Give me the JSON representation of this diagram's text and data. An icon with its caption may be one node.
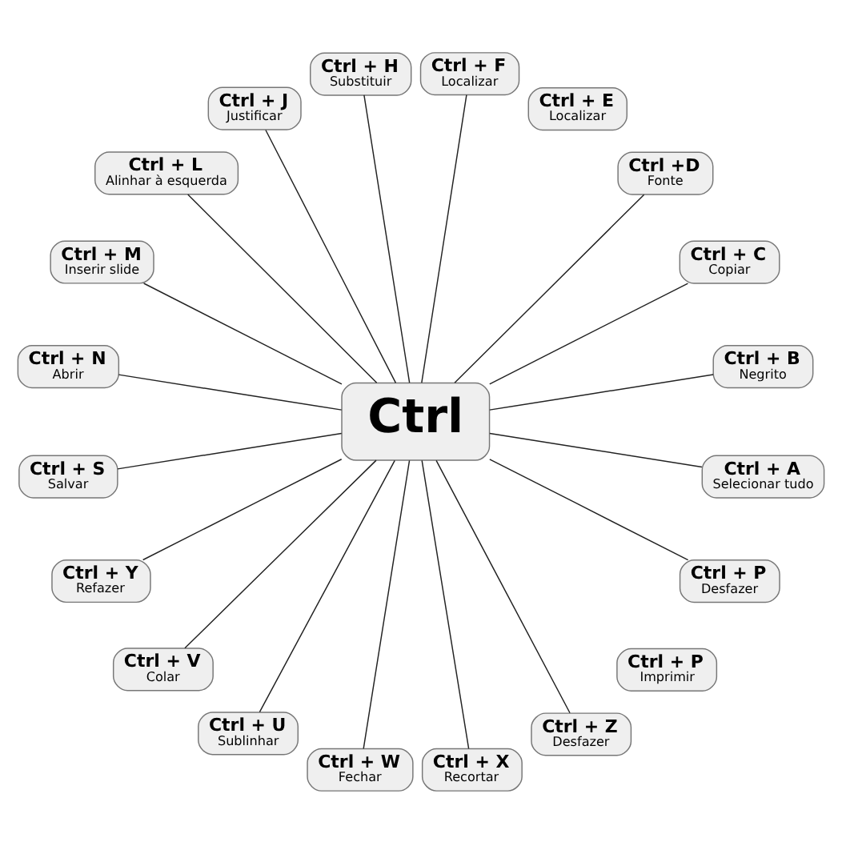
{
  "diagram": {
    "nodes": [
      {
        "text": [
          "Ctrl"
        ]
      },
      {
        "text": [
          "Ctrl + B",
          "Negrito"
        ]
      },
      {
        "text": [
          "Ctrl + C",
          "Copiar"
        ]
      },
      {
        "text": [
          "Ctrl +D",
          "Fonte"
        ]
      },
      {
        "text": [
          "Ctrl + E",
          "Localizar"
        ]
      },
      {
        "text": [
          "Ctrl + F",
          "Localizar"
        ]
      },
      {
        "text": [
          "Ctrl + H",
          "Substituir"
        ]
      },
      {
        "text": [
          "Ctrl + J",
          "Justificar"
        ]
      },
      {
        "text": [
          "Ctrl + L",
          "Alinhar à esquerda"
        ]
      },
      {
        "text": [
          "Ctrl + M",
          "Inserir slide"
        ]
      },
      {
        "text": [
          "Ctrl + N",
          "Abrir"
        ]
      },
      {
        "text": [
          "Ctrl + S",
          "Salvar"
        ]
      },
      {
        "text": [
          "Ctrl + Y",
          "Refazer"
        ]
      },
      {
        "text": [
          "Ctrl + V",
          "Colar"
        ]
      },
      {
        "text": [
          "Ctrl + U",
          "Sublinhar"
        ]
      },
      {
        "text": [
          "Ctrl + W",
          "Fechar"
        ]
      },
      {
        "text": [
          "Ctrl + X",
          "Recortar"
        ]
      },
      {
        "text": [
          "Ctrl + Z",
          "Desfazer"
        ]
      },
      {
        "text": [
          "Ctrl + P",
          "Imprimir"
        ]
      },
      {
        "text": [
          "Ctrl + P",
          "Desfazer"
        ]
      },
      {
        "text": [
          "Ctrl + A",
          "Selecionar tudo"
        ]
      }
    ],
    "edges": [
      {
        "from": 0,
        "to": 1,
        "arrow": "none"
      },
      {
        "from": 0,
        "to": 2,
        "arrow": "none"
      },
      {
        "from": 0,
        "to": 3,
        "arrow": "none"
      },
      {
        "from": 0,
        "to": 5,
        "arrow": "none"
      },
      {
        "from": 0,
        "to": 6,
        "arrow": "none"
      },
      {
        "from": 0,
        "to": 7,
        "arrow": "none"
      },
      {
        "from": 0,
        "to": 8,
        "arrow": "none"
      },
      {
        "from": 0,
        "to": 9,
        "arrow": "none"
      },
      {
        "from": 0,
        "to": 10,
        "arrow": "none"
      },
      {
        "from": 0,
        "to": 11,
        "arrow": "none"
      },
      {
        "from": 0,
        "to": 12,
        "arrow": "none"
      },
      {
        "from": 0,
        "to": 13,
        "arrow": "none"
      },
      {
        "from": 0,
        "to": 14,
        "arrow": "none"
      },
      {
        "from": 0,
        "to": 15,
        "arrow": "none"
      },
      {
        "from": 0,
        "to": 16,
        "arrow": "none"
      },
      {
        "from": 0,
        "to": 17,
        "arrow": "none"
      },
      {
        "from": 0,
        "to": 19,
        "arrow": "none"
      },
      {
        "from": 0,
        "to": 20,
        "arrow": "none"
      }
    ]
  }
}
